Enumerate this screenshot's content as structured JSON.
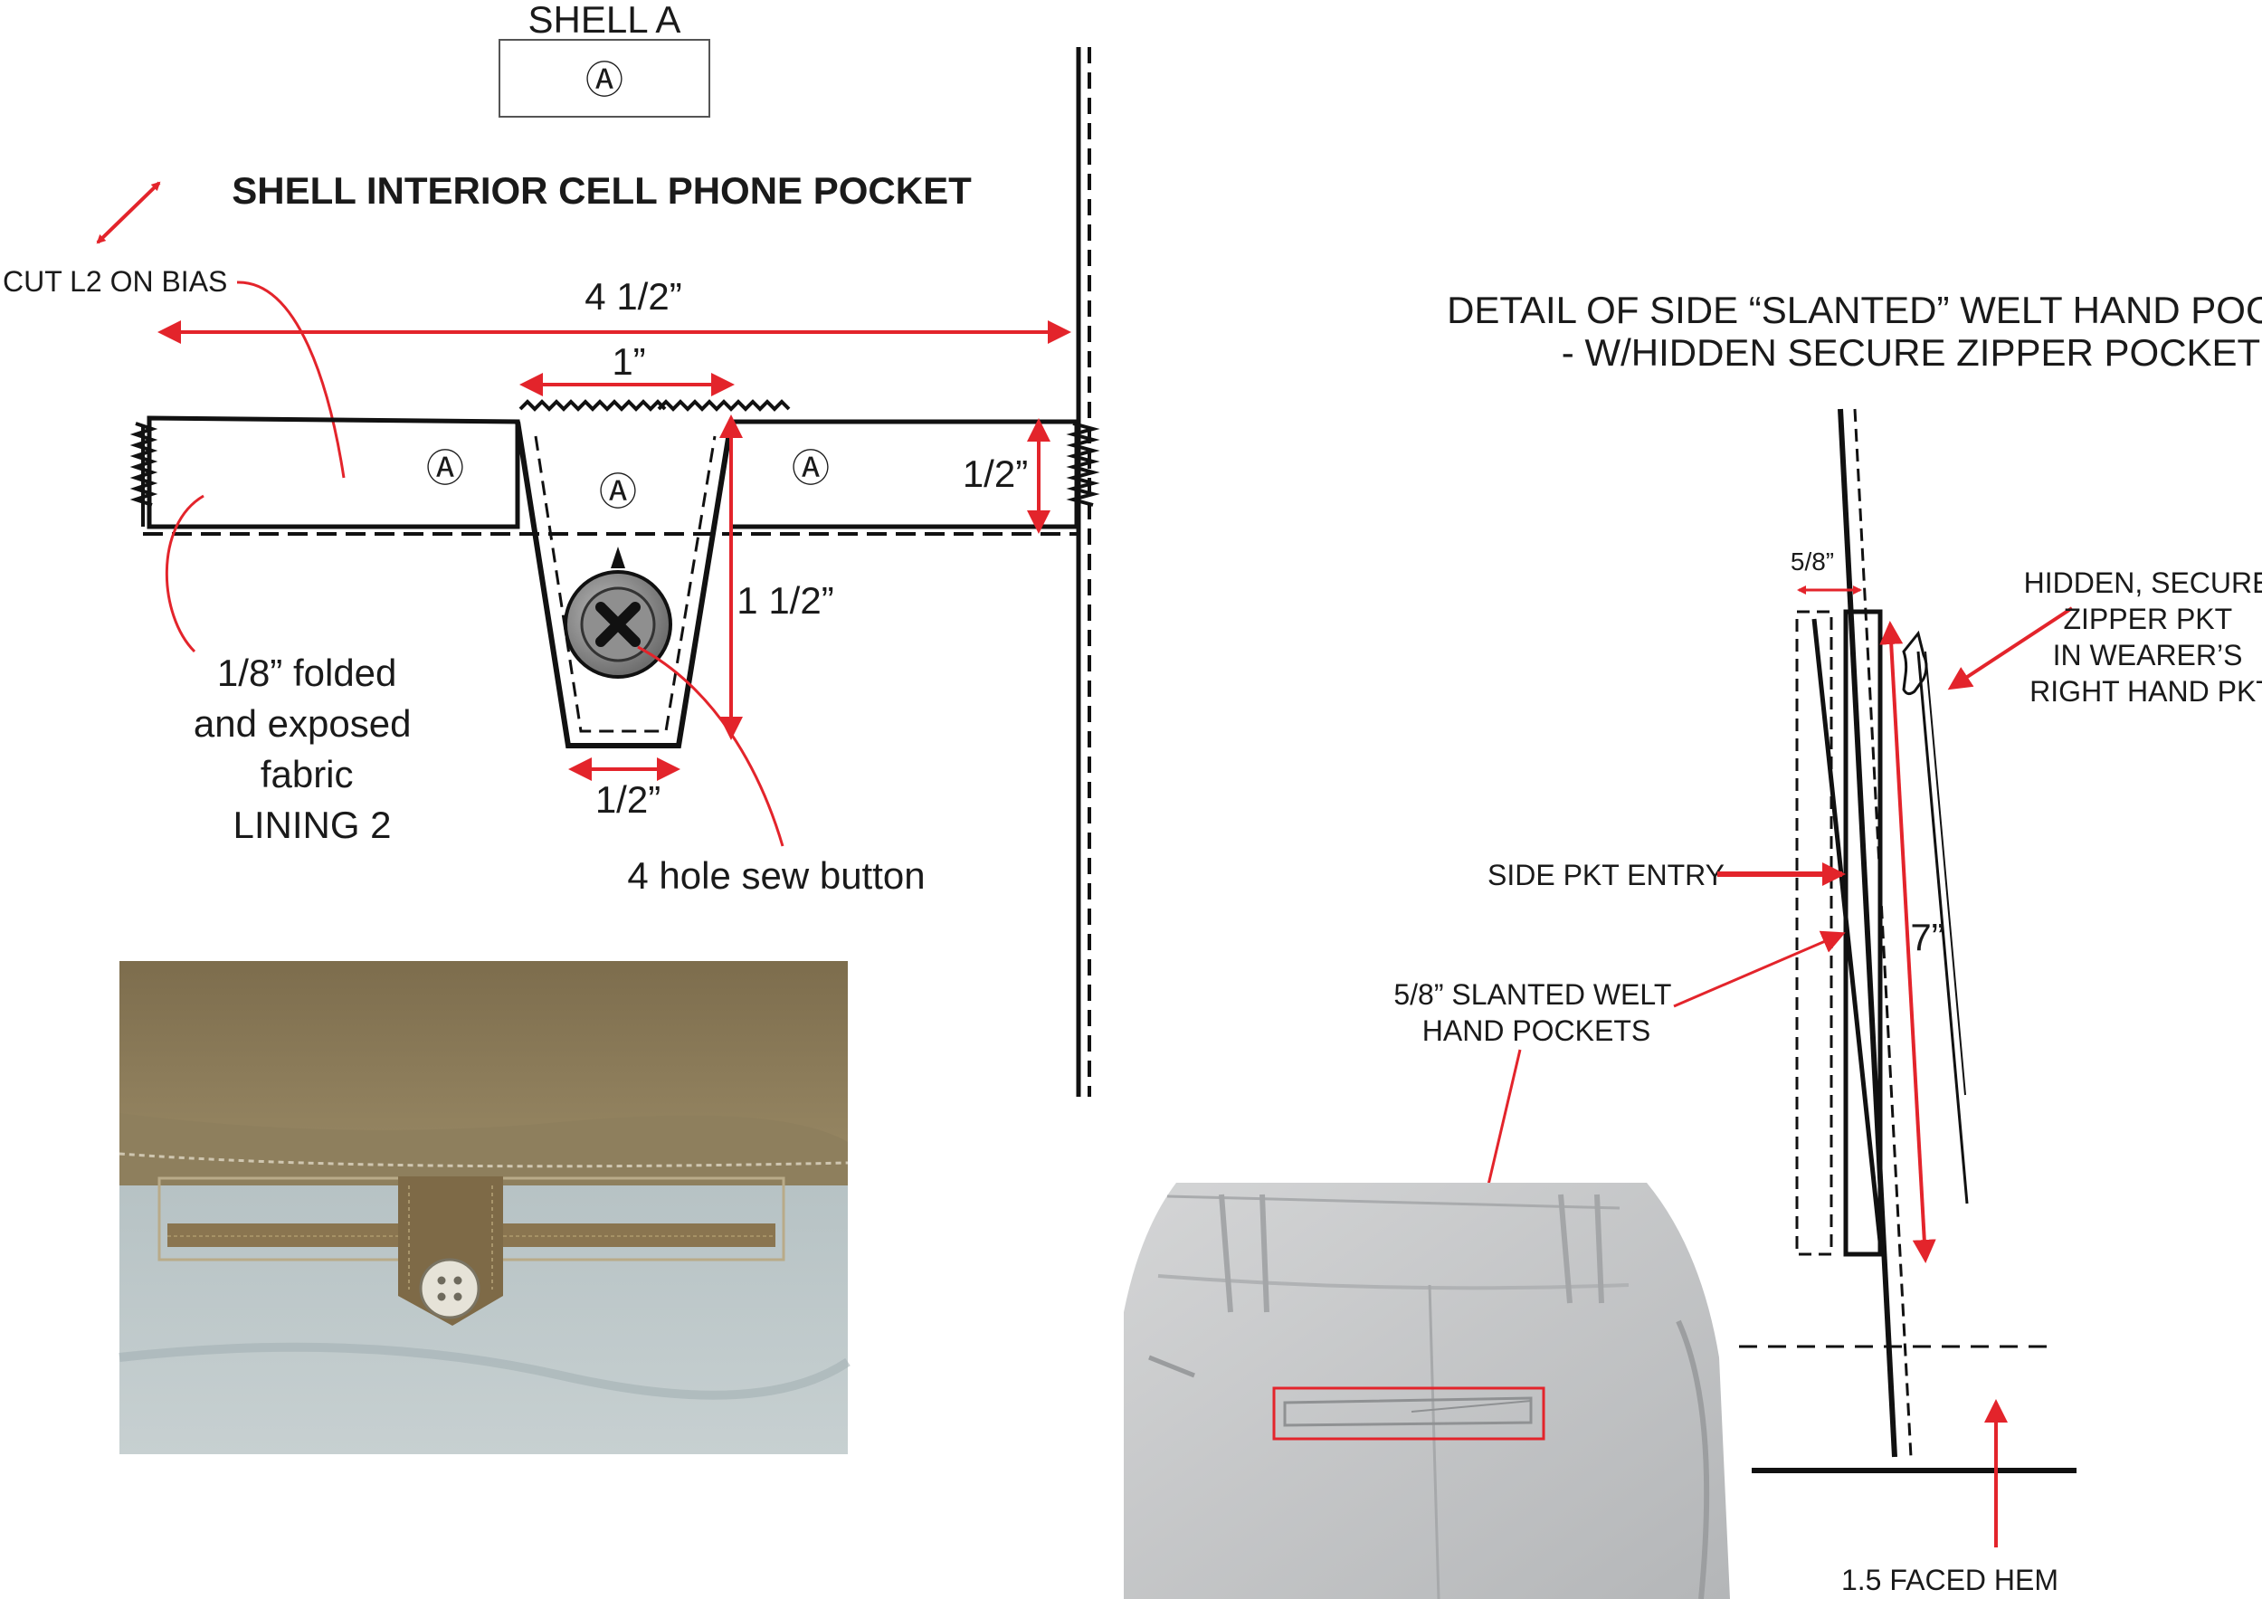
{
  "shell_header": {
    "label": "SHELL A",
    "symbol": "Ⓐ"
  },
  "title_left": "SHELL INTERIOR CELL PHONE POCKET",
  "cut_note": "CUT L2 ON BIAS",
  "dims": {
    "width_total": "4 1/2”",
    "top_opening": "1”",
    "band_height": "1/2”",
    "tab_height": "1 1/2”",
    "tab_bottom": "1/2”"
  },
  "fabric_symbol": "Ⓐ",
  "lining_note": [
    "1/8” folded",
    "and exposed",
    "fabric",
    "LINING 2"
  ],
  "button_note": "4 hole sew button",
  "title_right": [
    "DETAIL OF SIDE “SLANTED” WELT HAND POCKET",
    "- W/HIDDEN SECURE ZIPPER POCKET"
  ],
  "welt_width": "5/8”",
  "zipper_note": [
    "HIDDEN, SECURE",
    "ZIPPER PKT",
    "IN WEARER’S",
    "RIGHT HAND PKT"
  ],
  "side_entry": "SIDE PKT ENTRY",
  "pocket_length": "7”",
  "welt_note": [
    "5/8”  SLANTED WELT",
    "HAND POCKETS"
  ],
  "hem_note": "1.5 FACED HEM",
  "colors": {
    "accent": "#e3242b",
    "line": "#111111",
    "khaki": "#8a7a58",
    "lining": "#b9c4c6",
    "pants": "#c9cacb"
  }
}
